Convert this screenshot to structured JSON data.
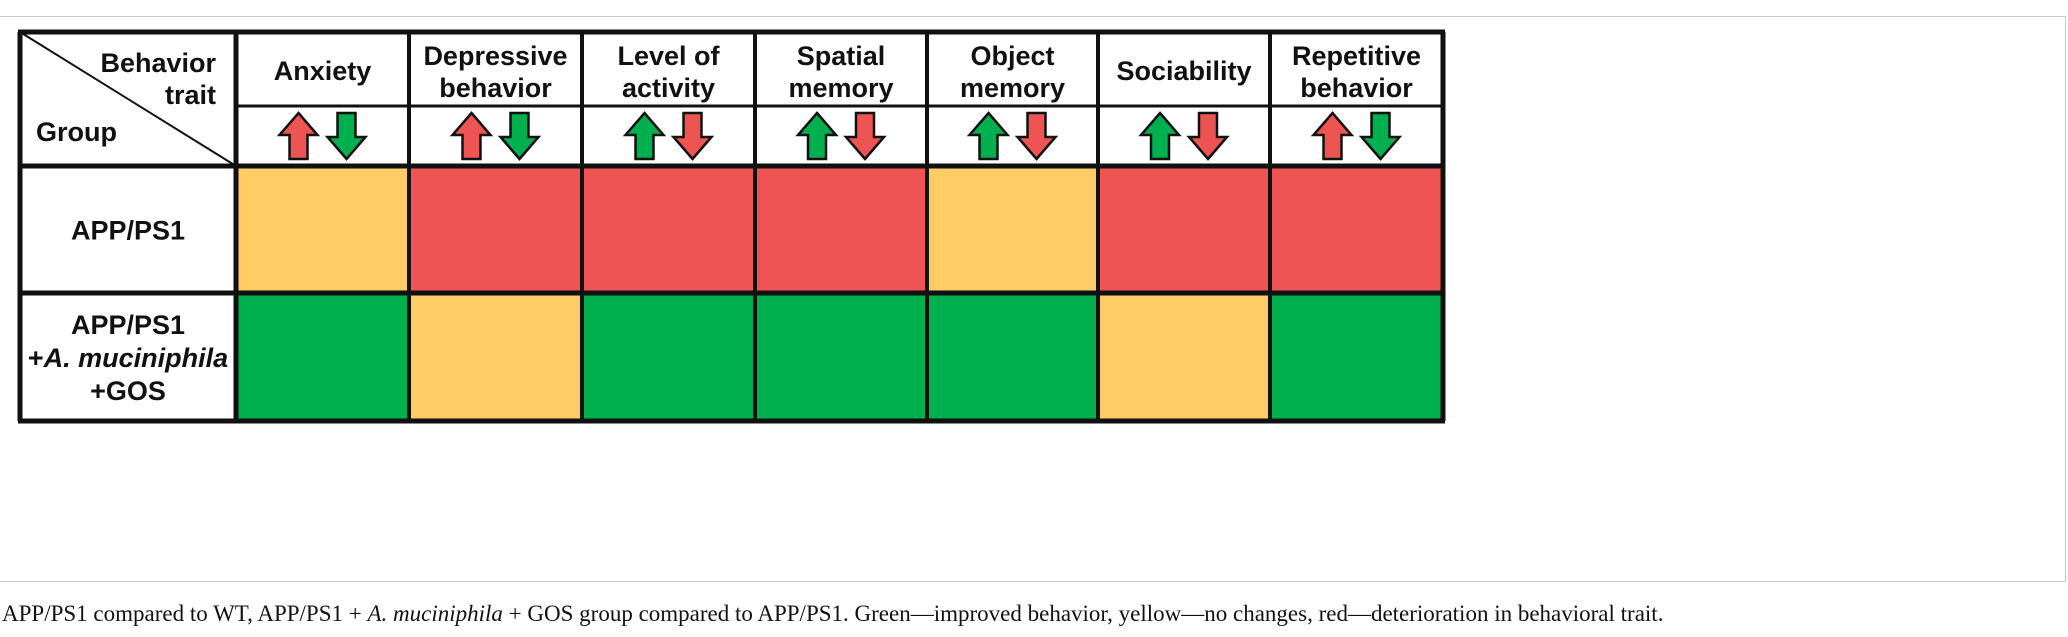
{
  "header": {
    "corner_top_line1": "Behavior",
    "corner_top_line2": "trait",
    "corner_bottom": "Group"
  },
  "columns": [
    {
      "lines": [
        "Anxiety"
      ],
      "arrows": [
        "red-up",
        "green-down"
      ]
    },
    {
      "lines": [
        "Depressive",
        "behavior"
      ],
      "arrows": [
        "red-up",
        "green-down"
      ]
    },
    {
      "lines": [
        "Level of",
        "activity"
      ],
      "arrows": [
        "green-up",
        "red-down"
      ]
    },
    {
      "lines": [
        "Spatial",
        "memory"
      ],
      "arrows": [
        "green-up",
        "red-down"
      ]
    },
    {
      "lines": [
        "Object",
        "memory"
      ],
      "arrows": [
        "green-up",
        "red-down"
      ]
    },
    {
      "lines": [
        "Sociability"
      ],
      "arrows": [
        "green-up",
        "red-down"
      ]
    },
    {
      "lines": [
        "Repetitive",
        "behavior"
      ],
      "arrows": [
        "red-up",
        "green-down"
      ]
    }
  ],
  "rows": [
    {
      "label_lines": [
        {
          "text": "APP/PS1",
          "italic": false
        }
      ],
      "cells": [
        "deterioration-none",
        "red",
        "red",
        "red",
        "yellow",
        "red",
        "red"
      ]
    },
    {
      "label_lines": [
        {
          "text": "APP/PS1",
          "italic": false
        },
        {
          "prefix": "+",
          "text": "A. muciniphila",
          "italic": true
        },
        {
          "prefix": "+",
          "text": "GOS",
          "italic": false
        }
      ],
      "cells": [
        "green",
        "yellow",
        "green",
        "green",
        "green",
        "yellow",
        "green"
      ]
    }
  ],
  "status_colors": {
    "green": "#00b04f",
    "yellow": "#ffcc66",
    "red": "#ef5454"
  },
  "arrow_colors": {
    "red": "#ef5454",
    "green": "#00b04f"
  },
  "caption": {
    "part1": "APP/PS1 compared to WT, APP/PS1 + ",
    "italic": "A. muciniphila",
    "part2": " + GOS group compared to APP/PS1. Green—improved behavior, yellow—no changes, red—deterioration in behavioral trait."
  }
}
